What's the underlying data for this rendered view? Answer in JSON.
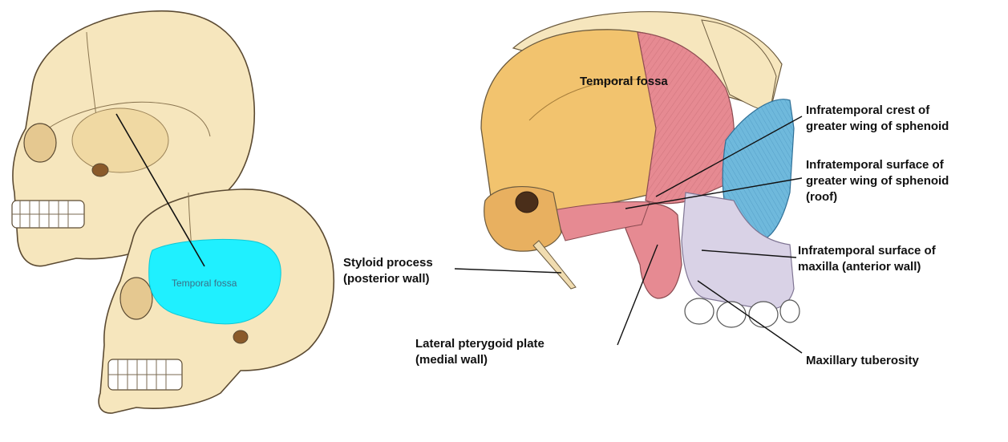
{
  "left_figure": {
    "highlight_label": "Temporal fossa",
    "highlight_color": "#1ff0ff"
  },
  "right_figure": {
    "fossa_label": "Temporal fossa",
    "labels": {
      "crest": [
        "Infratemporal crest of",
        "greater wing of sphenoid"
      ],
      "surface": [
        "Infratemporal surface of",
        "greater wing of sphenoid",
        "(roof)"
      ],
      "maxilla": [
        "Infratemporal surface of",
        "maxilla (anterior wall)"
      ],
      "styloid": [
        "Styloid process",
        "(posterior wall)"
      ],
      "pterygoid": [
        "Lateral pterygoid plate",
        "(medial wall)"
      ],
      "tuberosity": [
        "Maxillary tuberosity"
      ]
    }
  },
  "colors": {
    "bone": "#f6e6bd",
    "bone_shadow": "#e7cf95",
    "temporal": "#f2c36e",
    "sphenoid": "#e68a92",
    "zygomatic": "#6fb9dc",
    "maxilla": "#d9d2e6",
    "outline": "#5b4a32"
  }
}
